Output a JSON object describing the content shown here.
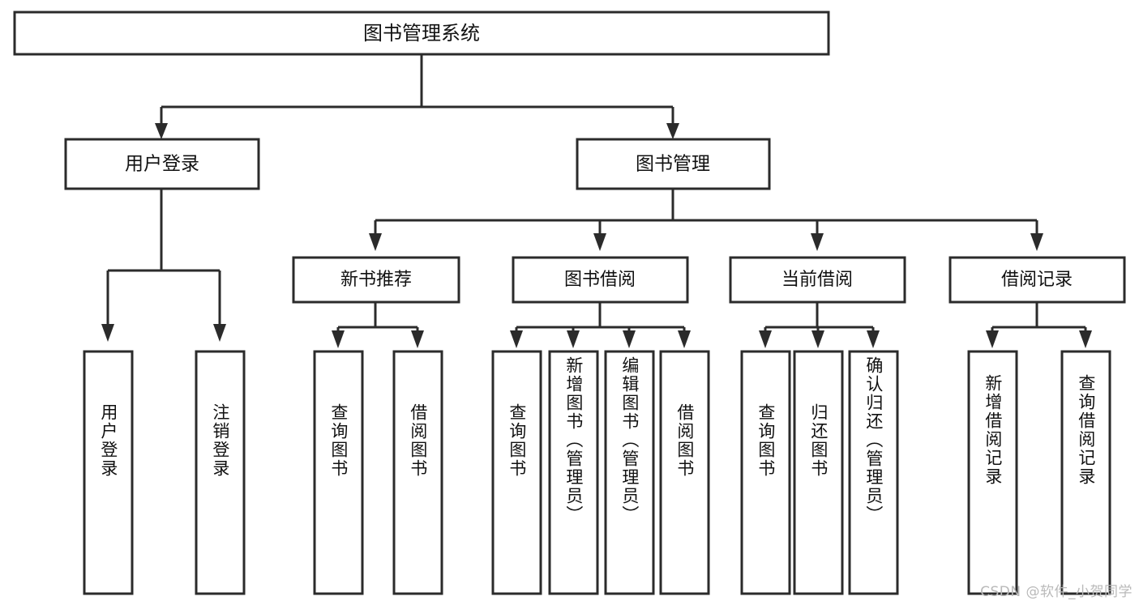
{
  "diagram": {
    "type": "tree",
    "title": "图书管理系统",
    "root": {
      "id": "root",
      "label": "图书管理系统",
      "level": 0
    },
    "level1": [
      {
        "id": "user-login",
        "label": "用户登录",
        "level": 1
      },
      {
        "id": "book-manage",
        "label": "图书管理",
        "level": 1
      }
    ],
    "level2": [
      {
        "id": "new-book-recommend",
        "label": "新书推荐",
        "level": 2,
        "parent": "book-manage"
      },
      {
        "id": "book-borrow",
        "label": "图书借阅",
        "level": 2,
        "parent": "book-manage"
      },
      {
        "id": "current-borrow",
        "label": "当前借阅",
        "level": 2,
        "parent": "book-manage"
      },
      {
        "id": "borrow-record",
        "label": "借阅记录",
        "level": 2,
        "parent": "book-manage"
      }
    ],
    "leaves": [
      {
        "id": "leaf-user-login",
        "label": "用户登录",
        "parent": "user-login"
      },
      {
        "id": "leaf-user-logout",
        "label": "注销登录",
        "parent": "user-login"
      },
      {
        "id": "leaf-query-book-rec",
        "label": "查询图书",
        "parent": "new-book-recommend"
      },
      {
        "id": "leaf-borrow-book-rec",
        "label": "借阅图书",
        "parent": "new-book-recommend"
      },
      {
        "id": "leaf-query-book-borrow",
        "label": "查询图书",
        "parent": "book-borrow"
      },
      {
        "id": "leaf-add-book",
        "label": "新增图书（管理员）",
        "parent": "book-borrow"
      },
      {
        "id": "leaf-edit-book",
        "label": "编辑图书（管理员）",
        "parent": "book-borrow"
      },
      {
        "id": "leaf-borrow-book",
        "label": "借阅图书",
        "parent": "book-borrow"
      },
      {
        "id": "leaf-query-book-cur",
        "label": "查询图书",
        "parent": "current-borrow"
      },
      {
        "id": "leaf-return-book",
        "label": "归还图书",
        "parent": "current-borrow"
      },
      {
        "id": "leaf-confirm-return",
        "label": "确认归还（管理员）",
        "parent": "current-borrow"
      },
      {
        "id": "leaf-add-record",
        "label": "新增借阅记录",
        "parent": "borrow-record"
      },
      {
        "id": "leaf-query-record",
        "label": "查询借阅记录",
        "parent": "borrow-record"
      }
    ],
    "colors": {
      "stroke": "#2b2b2b",
      "fill": "#ffffff",
      "text": "#111111",
      "background": "#ffffff",
      "watermark": "#b9b9b9"
    }
  },
  "watermark": {
    "text": "CSDN @软件_小贺同学"
  }
}
